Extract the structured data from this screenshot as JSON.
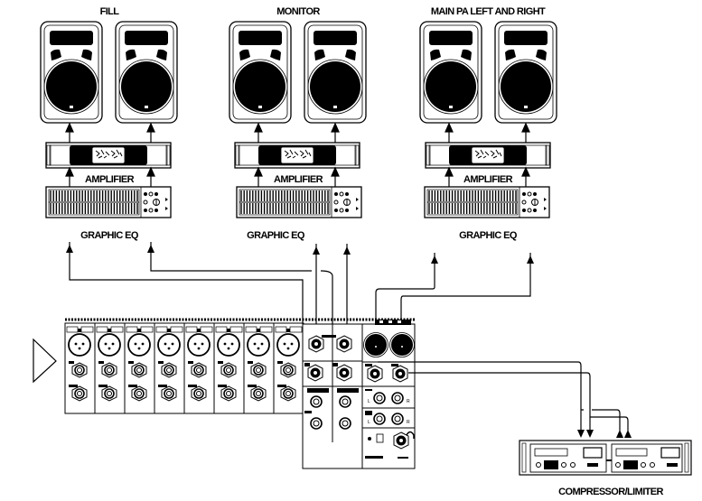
{
  "title": "Live sound system wiring diagram",
  "groups": [
    {
      "id": "fill",
      "label": "FILL",
      "amp_label": "AMPLIFIER",
      "eq_label": "GRAPHIC EQ"
    },
    {
      "id": "monitor",
      "label": "MONITOR",
      "amp_label": "AMPLIFIER",
      "eq_label": "GRAPHIC EQ"
    },
    {
      "id": "main",
      "label": "MAIN PA LEFT AND RIGHT",
      "amp_label": "AMPLIFIER",
      "eq_label": "GRAPHIC EQ"
    }
  ],
  "mixer": {
    "channel_count": 8,
    "side_marks": [
      "L",
      "R"
    ]
  },
  "compressor": {
    "label": "COMPRESSOR/LIMITER"
  },
  "colors": {
    "ink": "#000000",
    "paper": "#ffffff"
  }
}
